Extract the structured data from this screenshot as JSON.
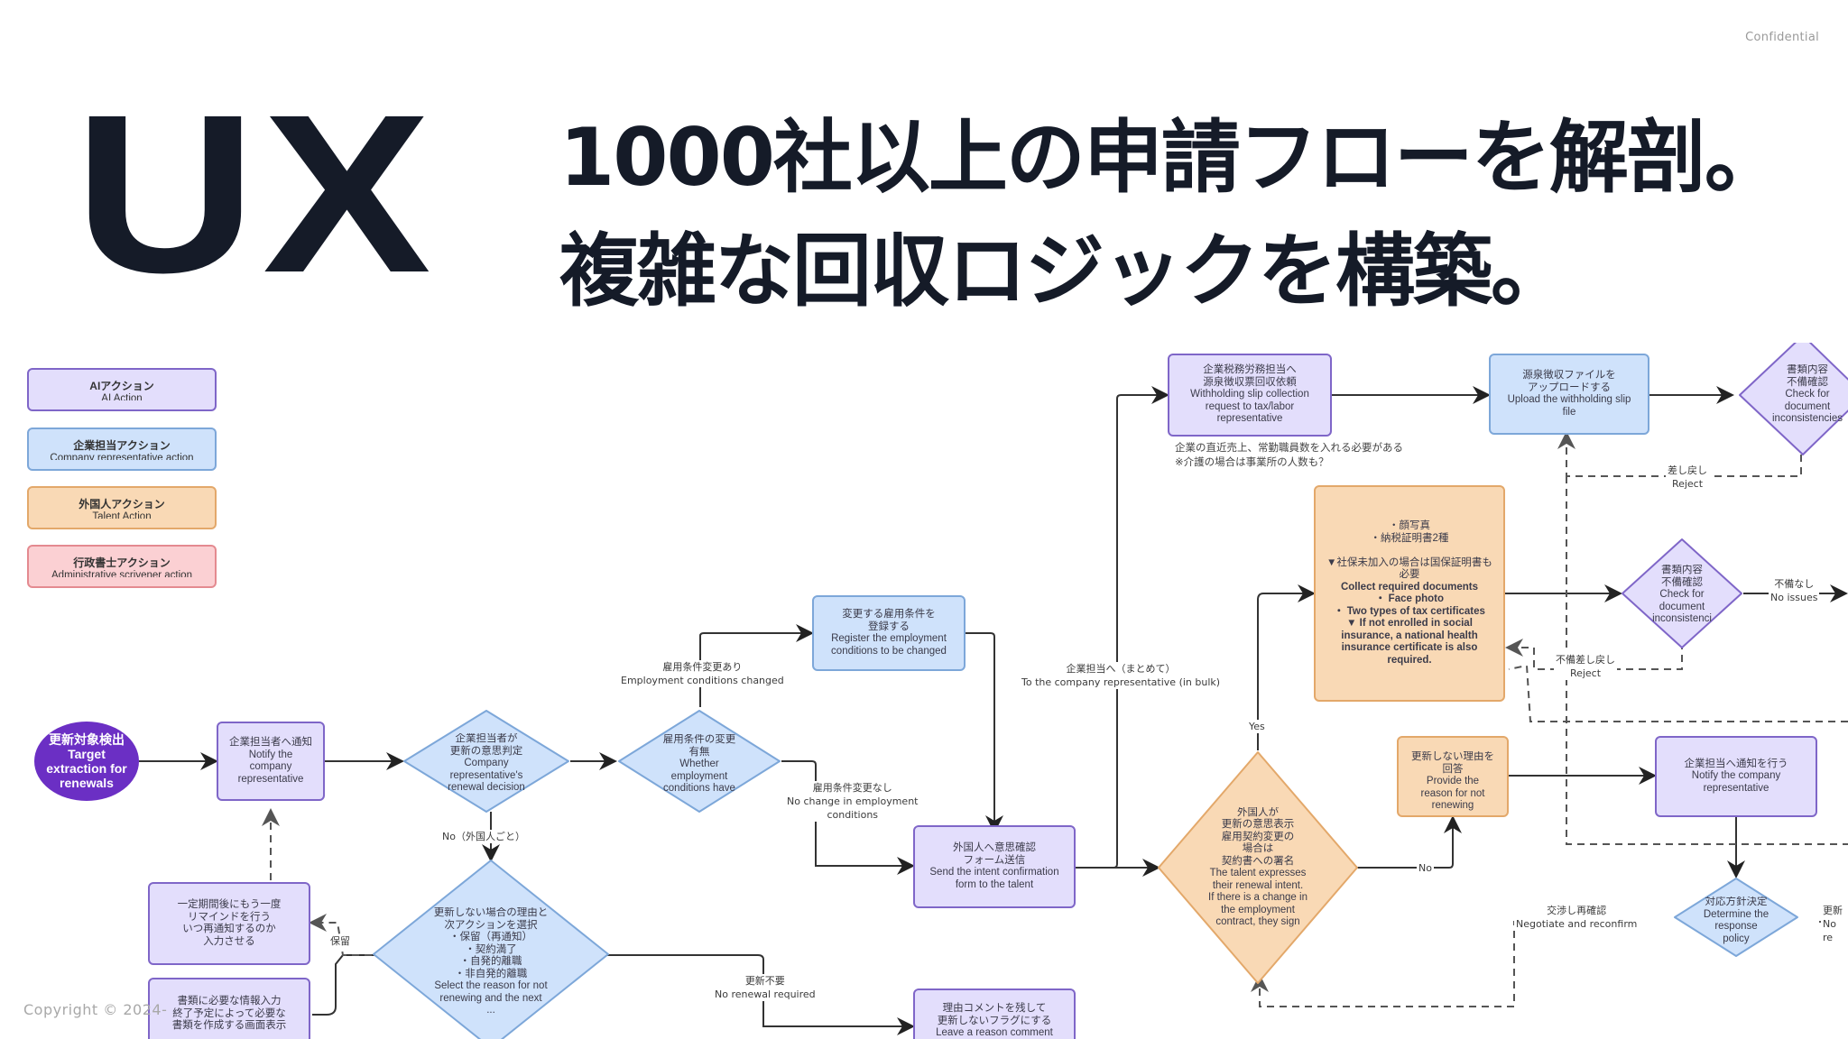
{
  "header": {
    "confidential": "Confidential",
    "big_label": "UX",
    "headline_line1": "1000社以上の申請フローを解剖。",
    "headline_line2": "複雑な回収ロジックを構築。"
  },
  "footer": {
    "copyright": "Copyright © 2024-"
  },
  "legend": [
    {
      "jp": "AIアクション",
      "en": "AI Action",
      "color": "#e3defc"
    },
    {
      "jp": "企業担当アクション",
      "en": "Company representative action",
      "color": "#cfe2fb"
    },
    {
      "jp": "外国人アクション",
      "en": "Talent Action",
      "color": "#f9d9b5"
    },
    {
      "jp": "行政書士アクション",
      "en": "Administrative scrivener action",
      "color": "#fbd0d3"
    }
  ],
  "nodes": {
    "start": "更新対象検出\nTarget\nextraction for\nrenewals",
    "notify_rep": "企業担当者へ通知\nNotify the\ncompany\nrepresentative",
    "rep_decision": "企業担当者が\n更新の意思判定\nCompany\nrepresentative's\nrenewal decision",
    "conditions_changed_q": "雇用条件の変更\n有無\nWhether\nemployment\nconditions have",
    "register_conditions": "変更する雇用条件を\n登録する\nRegister the employment\nconditions to be changed",
    "send_form": "外国人へ意思確認\nフォーム送信\nSend the intent confirmation\nform to the talent",
    "select_reason": "更新しない場合の理由と\n次アクションを選択\n・保留（再通知）\n・契約満了\n・自発的離職\n・非自発的離職\nSelect the reason for not\nrenewing and the next\n...",
    "remind_later": "一定期間後にもう一度\nリマインドを行う\nいつ再通知するのか\n入力させる",
    "doc_input": "書類に必要な情報入力\n終了予定によって必要な\n書類を作成する画面表示",
    "leave_comment": "理由コメントを残して\n更新しないフラグにする\nLeave a reason comment",
    "withholding_request": "企業税務労務担当へ\n源泉徴収票回収依頼\nWithholding slip collection\nrequest to tax/labor\nrepresentative",
    "upload_slip": "源泉徴収ファイルを\nアップロードする\nUpload the withholding slip\nfile",
    "check_docs_top": "書類内容\n不備確認\nCheck for\ndocument\ninconsistencies",
    "collect_docs_jp": "・顔写真\n・納税証明書2種\n\n▼社保未加入の場合は国保証明書も\n必要",
    "collect_docs_en": "Collect required documents\n・ Face photo\n・ Two types of tax certificates\n▼ If not enrolled in social\ninsurance, a national health\ninsurance certificate is also\nrequired.",
    "check_docs_mid": "書類内容\n不備確認\nCheck for\ndocument\ninconsistenci",
    "talent_intent": "外国人が\n更新の意思表示\n雇用契約変更の\n場合は\n契約書への署名\nThe talent expresses\ntheir renewal intent.\nIf there is a change in\nthe employment\ncontract, they sign",
    "provide_reason": "更新しない理由を\n回答\nProvide the\nreason for not\nrenewing",
    "notify_company": "企業担当へ通知を行う\nNotify the company\nrepresentative",
    "response_policy": "対応方針決定\nDetermine the\nresponse\npolicy"
  },
  "edge_labels": {
    "no_per_talent": "No（外国人ごと）",
    "conditions_changed": "雇用条件変更あり\nEmployment conditions changed",
    "no_change": "雇用条件変更なし\nNo change in employment\nconditions",
    "to_company_bulk": "企業担当へ（まとめて）\nTo the company representative (in bulk)",
    "hold": "保留",
    "no_renewal_required": "更新不要\nNo renewal required",
    "yes": "Yes",
    "no": "No",
    "reject_top": "差し戻し\nReject",
    "no_issues": "不備なし\nNo issues",
    "reject_mid": "不備差し戻し\nReject",
    "negotiate": "交渉し再確認\nNegotiate and reconfirm",
    "no_renewal_right": "更新\nNo re"
  },
  "notes": {
    "withholding_note": "企業の直近売上、常勤職員数を入れる必要がある\n※介護の場合は事業所の人数も？"
  }
}
